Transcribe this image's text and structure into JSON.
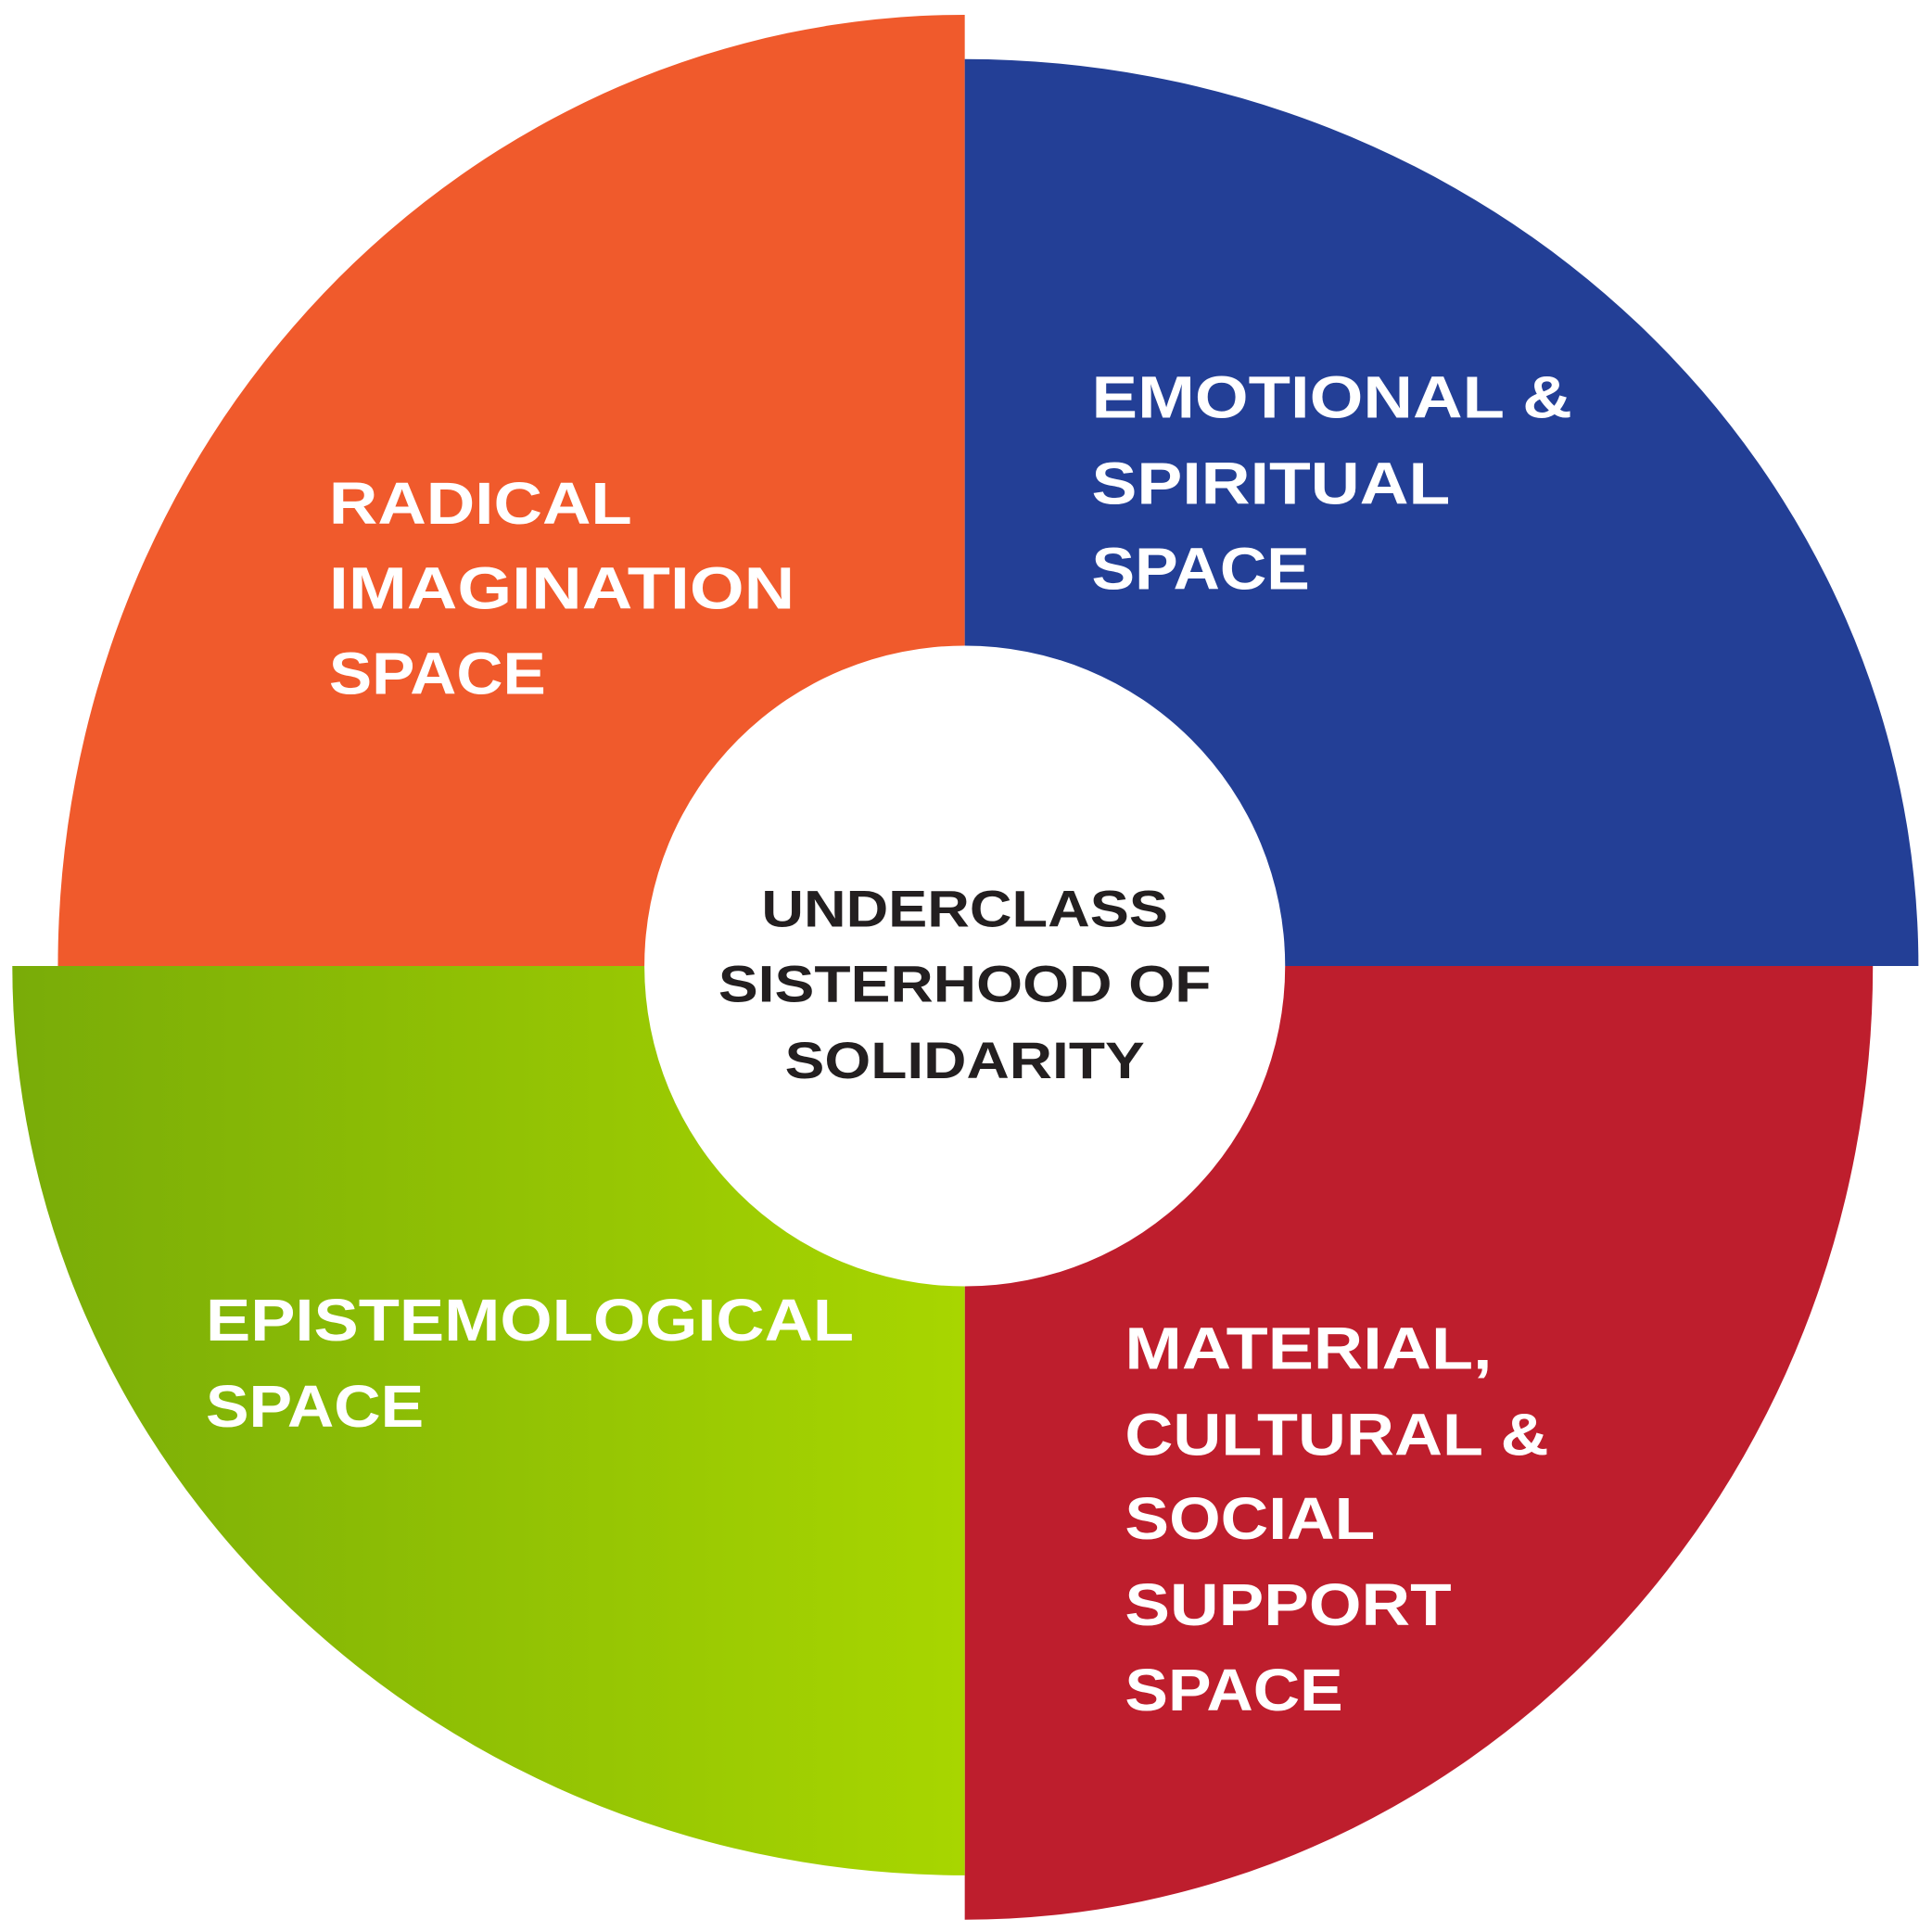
{
  "center": {
    "lines": [
      "UNDERCLASS",
      "SISTERHOOD OF",
      "SOLIDARITY"
    ]
  },
  "segments": {
    "radical": {
      "lines": [
        "RADICAL",
        "IMAGINATION",
        "SPACE"
      ],
      "color": "#F05A2C"
    },
    "emotional": {
      "lines": [
        "EMOTIONAL &",
        "SPIRITUAL",
        "SPACE"
      ],
      "color": "#233F96"
    },
    "material": {
      "lines": [
        "MATERIAL,",
        "CULTURAL &",
        "SOCIAL",
        "SUPPORT",
        "SPACE"
      ],
      "color": "#BE1E2D"
    },
    "epistemological": {
      "lines": [
        "EPISTEMOLOGICAL",
        "SPACE"
      ],
      "color_start": "#79AC08",
      "color_end": "#A8D600"
    }
  }
}
